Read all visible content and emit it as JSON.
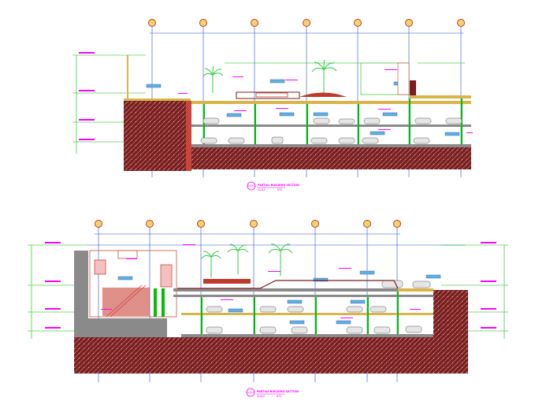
{
  "sheet": {
    "background": "#ffffff",
    "colors": {
      "earth": "#7a1f1f",
      "earth_hatch": "#3a0a0a",
      "grid_line": "#2a4bd7",
      "slab": "#d9b44a",
      "wall": "#8a8a8a",
      "green": "#00c000",
      "magenta": "#ff00ff",
      "label_box": "#5fb3d9",
      "palm": "#2ecc40",
      "column_circle": "#e0a020"
    }
  },
  "sections": [
    {
      "id": "top",
      "title": "PARTIAL BUILDING SECTION",
      "scale": "SCALE",
      "sheet_ref": "NTS",
      "gridlines": [
        "",
        "",
        "",
        "",
        "",
        "",
        ""
      ],
      "levels_left": [
        "",
        "",
        "",
        ""
      ]
    },
    {
      "id": "bottom",
      "title": "PARTIAL BUILDING SECTION",
      "scale": "SCALE",
      "sheet_ref": "NTS",
      "gridlines": [
        "",
        "",
        "",
        "",
        "",
        "",
        ""
      ],
      "levels_left": [
        "",
        "",
        "",
        ""
      ],
      "levels_right": [
        "",
        "",
        "",
        ""
      ]
    }
  ]
}
